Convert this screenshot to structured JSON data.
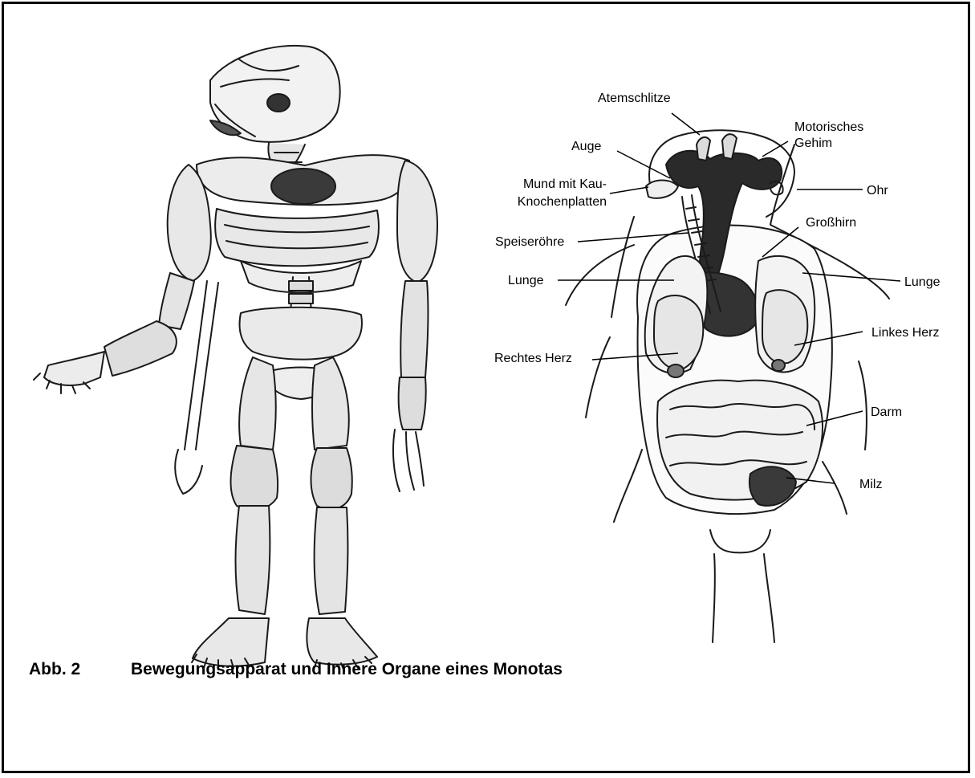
{
  "figure": {
    "caption_number": "Abb. 2",
    "caption_text": "Bewegungsapparat und Innere Organe eines Monotas"
  },
  "labels": {
    "atemschlitze": "Atemschlitze",
    "motorisches_line1": "Motorisches",
    "motorisches_line2": "Gehim",
    "auge": "Auge",
    "mund_line1": "Mund mit Kau-",
    "mund_line2": "Knochenplatten",
    "ohr": "Ohr",
    "grosshirn": "Großhirn",
    "speiseroehre": "Speiseröhre",
    "lunge_left": "Lunge",
    "lunge_right": "Lunge",
    "linkes_herz": "Linkes Herz",
    "rechtes_herz": "Rechtes Herz",
    "darm": "Darm",
    "milz": "Milz"
  }
}
